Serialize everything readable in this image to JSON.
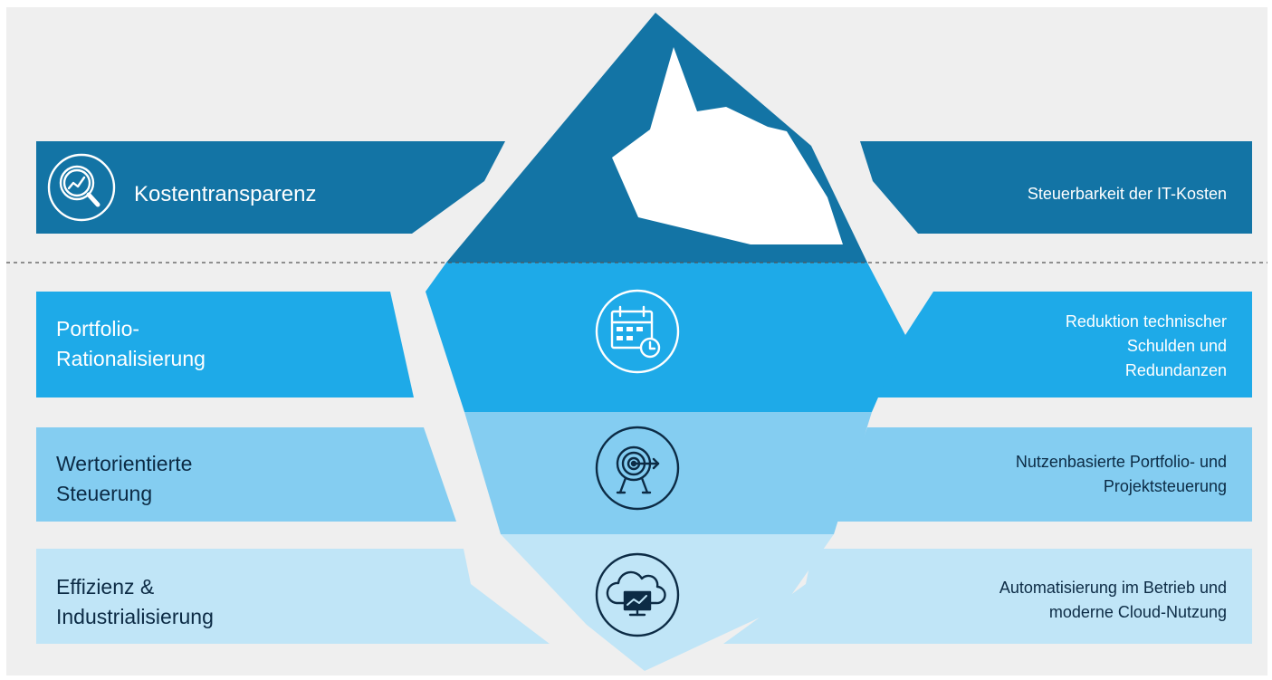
{
  "rows": [
    {
      "title": "Kostentransparenz",
      "benefit": "Steuerbarkeit der IT-Kosten",
      "icon": "magnifier-chart-icon",
      "color": "#1374a5"
    },
    {
      "title_lines": [
        "Portfolio-",
        "Rationalisierung"
      ],
      "benefit_lines": [
        "Reduktion technischer",
        "Schulden und",
        "Redundanzen"
      ],
      "icon": "calendar-clock-icon",
      "color": "#1eaae8"
    },
    {
      "title_lines": [
        "Wertorientierte",
        "Steuerung"
      ],
      "benefit_lines": [
        "Nutzenbasierte Portfolio- und",
        "Projektsteuerung"
      ],
      "icon": "target-arrow-icon",
      "color": "#84cdf1"
    },
    {
      "title_lines": [
        "Effizienz &",
        "Industrialisierung"
      ],
      "benefit_lines": [
        "Automatisierung im Betrieb und",
        "moderne Cloud-Nutzung"
      ],
      "icon": "cloud-monitor-icon",
      "color": "#c0e5f7"
    }
  ],
  "colors": {
    "background": "#efefef",
    "text_dark": "#0c2b45",
    "waterline": "#555555"
  }
}
